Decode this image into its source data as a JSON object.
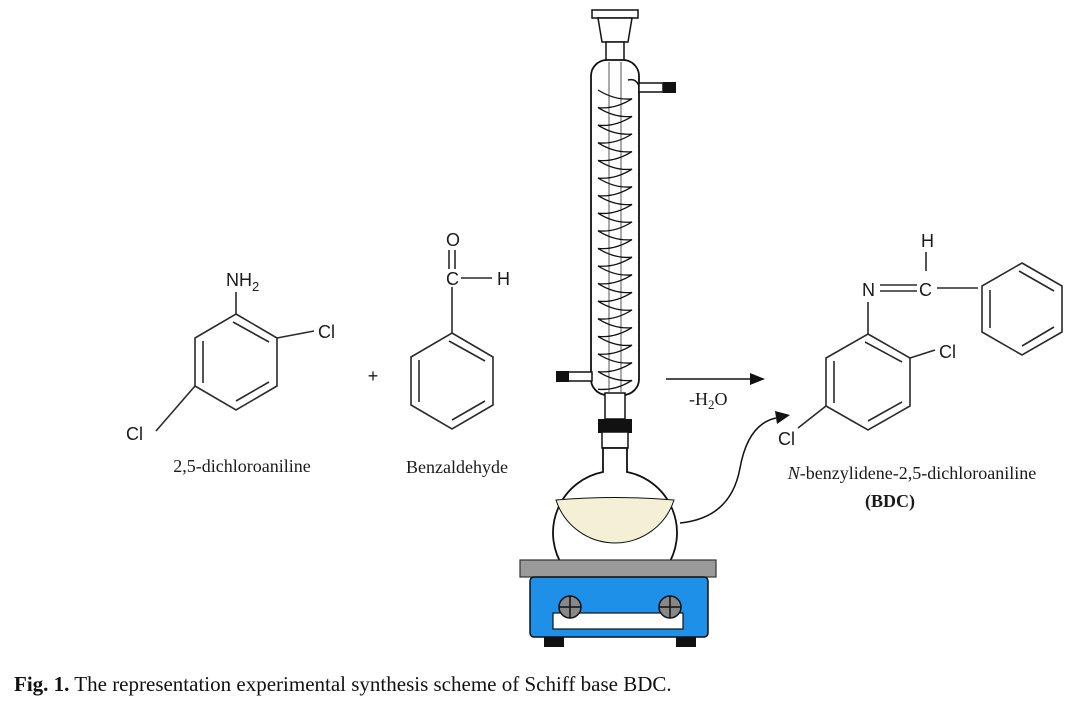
{
  "reactant1": {
    "name": "2,5-dichloroaniline",
    "atoms": {
      "nh2": "NH",
      "nh2_sub": "2",
      "cl_top": "Cl",
      "cl_left": "Cl"
    }
  },
  "plus_sign": "+",
  "reactant2": {
    "name": "Benzaldehyde",
    "atoms": {
      "o": "O",
      "c": "C",
      "h": "H"
    }
  },
  "arrow_label": {
    "pre": "-H",
    "sub": "2",
    "post": "O"
  },
  "product": {
    "name_italic": "N",
    "name_rest": "-benzylidene-2,5-dichloroaniline",
    "abbrev": "(BDC)",
    "atoms": {
      "n": "N",
      "c": "C",
      "h": "H",
      "cl_right": "Cl",
      "cl_left": "Cl"
    }
  },
  "caption": {
    "label": "Fig. 1.",
    "text": " The representation experimental synthesis scheme of Schiff base BDC."
  },
  "colors": {
    "hotplate_blue": "#1e90e8",
    "plate_grey": "#9a9a9a",
    "liquid": "#f3f0d6"
  }
}
